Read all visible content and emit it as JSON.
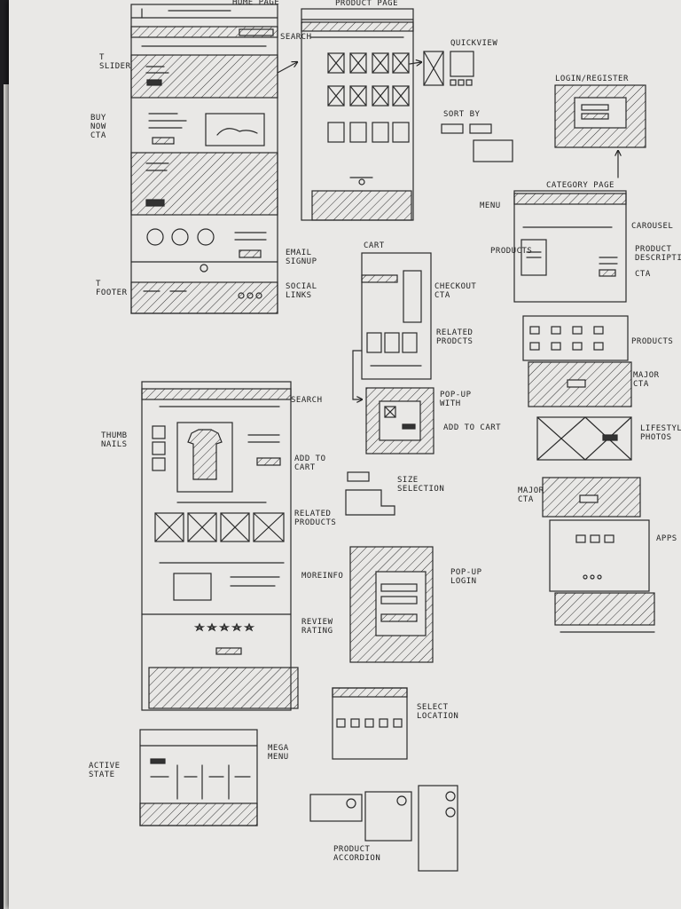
{
  "titles": {
    "home_page": "HOME PAGE",
    "product_page": "PRODUCT PAGE",
    "quickview": "QUICKVIEW",
    "sort_by": "SORT BY",
    "login_register": "LOGIN/REGISTER",
    "category_page": "CATEGORY PAGE",
    "cart": "CART"
  },
  "annotations": {
    "search_top": "SEARCH",
    "slider": "T\nSLIDER",
    "buy_now_cta": "BUY\nNOW\nCTA",
    "email_signup": "EMAIL\nSIGNUP",
    "footer": "T\nFOOTER",
    "social_links": "SOCIAL\nLINKS",
    "menu": "MENU",
    "carousel": "CAROUSEL",
    "products_cat": "PRODUCTS",
    "product_description": "PRODUCT\nDESCRIPTION",
    "cta": "CTA",
    "checkout_cta": "CHECKOUT\nCTA",
    "related_prodcts": "RELATED\nPRODCTS",
    "products_right": "PRODUCTS",
    "major_cta_1": "MAJOR\nCTA",
    "pop_up_with": "POP-UP\nWITH",
    "add_to_cart_popup": "ADD TO CART",
    "lifestyle_photos": "LIFESTYLE\nPHOTOS",
    "search_detail": "SEARCH",
    "thumb_nails": "THUMB\nNAILS",
    "add_to_cart": "ADD TO\nCART",
    "size_selection": "SIZE\nSELECTION",
    "major_cta_2": "MAJOR\nCTA",
    "apps": "APPS",
    "related_products": "RELATED\nPRODUCTS",
    "more_info": "MOREINFO",
    "pop_up_login": "POP-UP\nLOGIN",
    "review_rating": "REVIEW\nRATING",
    "select_location": "SELECT\nLOCATION",
    "mega_menu": "MEGA\nMENU",
    "active_state": "ACTIVE\nSTATE",
    "product_accordion": "PRODUCT\nACCORDION"
  },
  "colors": {
    "ink": "#2a2a2a",
    "paper": "#e9e8e6",
    "background": "#1f1f22"
  }
}
